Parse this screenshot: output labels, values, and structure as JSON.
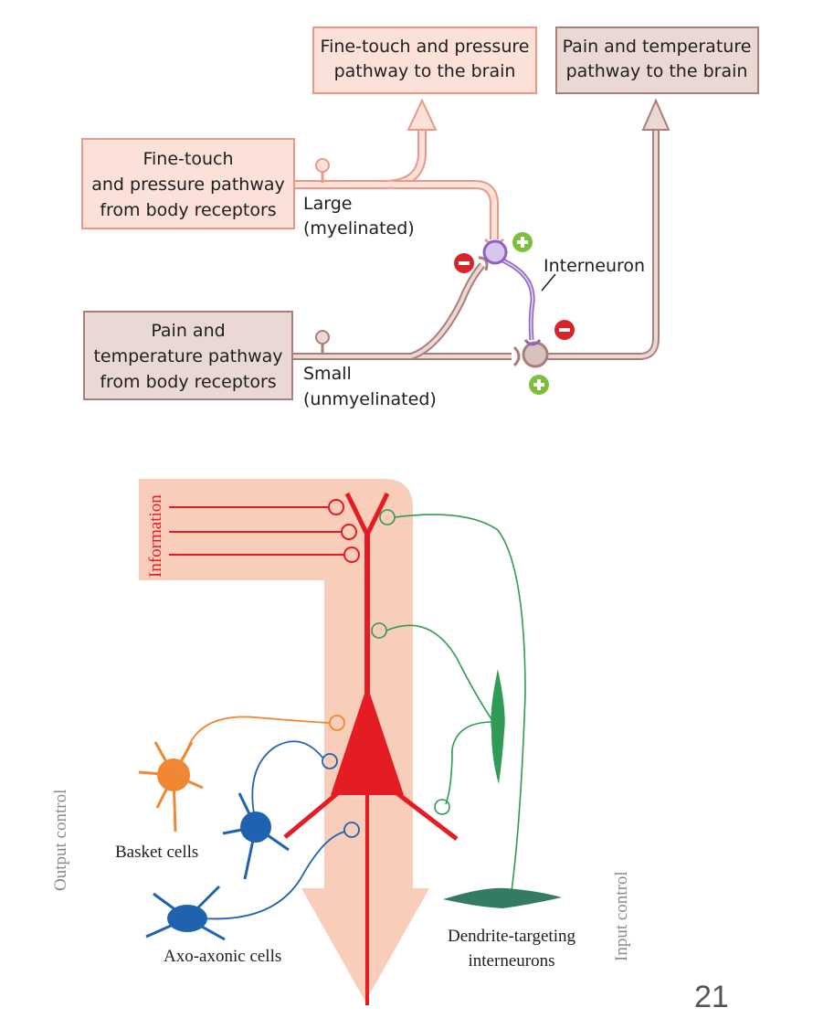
{
  "top_diagram": {
    "top_box_fine": [
      "Fine-touch and pressure",
      "pathway to the brain"
    ],
    "top_box_pain": [
      "Pain and temperature",
      "pathway to the brain"
    ],
    "left_box_fine": [
      "Fine-touch",
      "and pressure pathway",
      "from body receptors"
    ],
    "left_box_pain": [
      "Pain and",
      "temperature pathway",
      "from body receptors"
    ],
    "large_label": [
      "Large",
      "(myelinated)"
    ],
    "small_label": [
      "Small",
      "(unmyelinated)"
    ],
    "interneuron_label": "Interneuron",
    "colors": {
      "fine_fill": "#fbe1d7",
      "fine_border": "#e9988a",
      "pain_fill": "#ead8d5",
      "pain_border": "#ab7e79",
      "inhibit": "#d8232a",
      "excite": "#7bbf3c",
      "interneuron": "#b190d2"
    }
  },
  "bottom_diagram": {
    "information_label": "Information",
    "output_control_label": "Output control",
    "input_control_label": "Input control",
    "basket_cells_label": "Basket cells",
    "axo_axonic_label": "Axo-axonic cells",
    "dendrite_targeting_label": [
      "Dendrite-targeting",
      "interneurons"
    ],
    "colors": {
      "pyramidal": "#e31d23",
      "flow_band": "#f8cdb9",
      "basket": "#f08733",
      "axo_axonic": "#1f63b0",
      "dendrite_targeting": "#2f9b55",
      "dendrite_targeting_dark": "#347b66"
    }
  },
  "page_number": "21"
}
